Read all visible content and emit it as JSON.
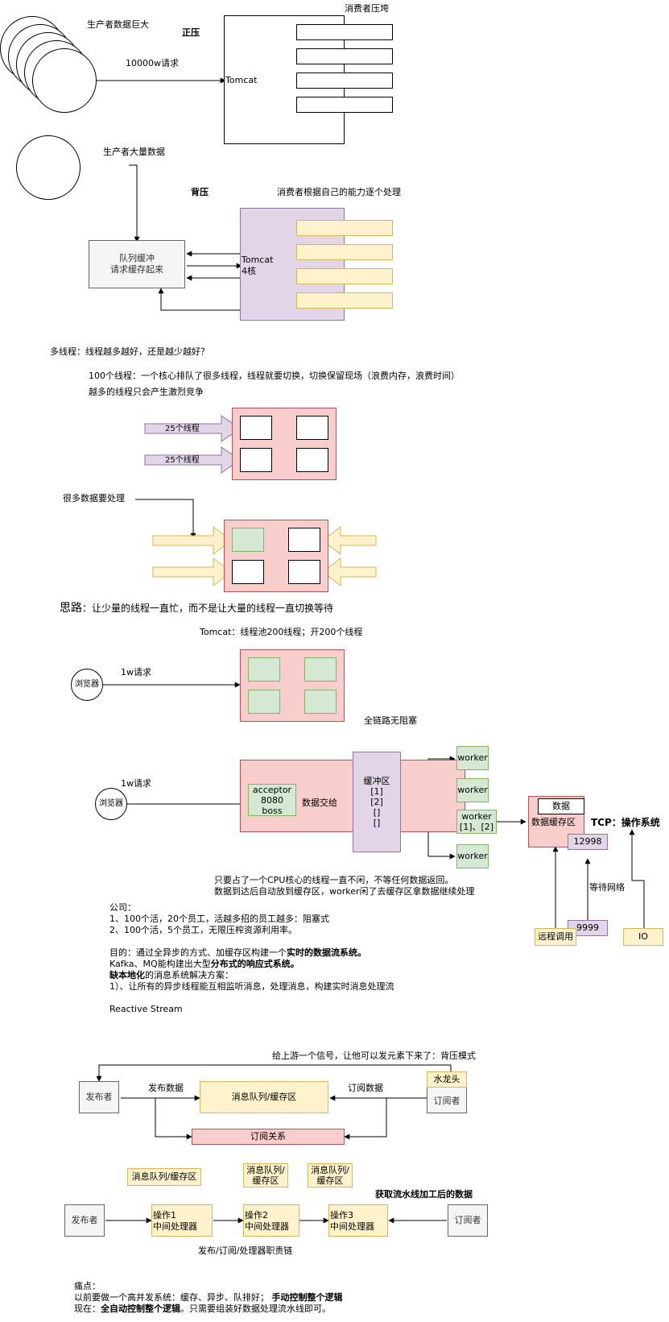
{
  "section1": {
    "producer_label": "生产者数据巨大",
    "positive_label": "正压",
    "request_label": "10000w请求",
    "tomcat_label": "Tomcat",
    "consumer_label": "消费者压垮"
  },
  "section2": {
    "producer_label": "生产者大量数据",
    "back_label": "背压",
    "consumer_label": "消费者根据自己的能力逐个处理",
    "queue_line1": "队列缓冲",
    "queue_line2": "请求缓存起来",
    "tomcat_line1": "Tomcat",
    "tomcat_line2": "4核"
  },
  "section3": {
    "question": "多线程：线程越多越好，还是越少越好？",
    "line1": "100个线程：一个核心排队了很多线程，线程就要切换，切换保留现场（浪费内存，浪费时间）",
    "line2": "越多的线程只会产生激烈竞争",
    "arrow1": "25个线程",
    "arrow2": "25个线程",
    "many_data": "很多数据要处理",
    "idea_prefix": "思路",
    "idea_rest": "：让少量的线程一直忙，而不是让大量的线程一直切换等待"
  },
  "section4": {
    "tomcat_pool": "Tomcat：线程池200线程；开200个线程",
    "browser": "浏览器",
    "req": "1w请求"
  },
  "section5": {
    "full_link": "全链路无阻塞",
    "browser": "浏览器",
    "req": "1w请求",
    "acceptor1": "acceptor",
    "acceptor2": "8080",
    "acceptor3": "boss",
    "handoff": "数据交给",
    "buffer1": "缓冲区",
    "buffer2": "[1]",
    "buffer3": "[2]",
    "buffer4": "[]",
    "buffer5": "[]",
    "worker": "worker",
    "worker3_line2": "[1]、[2]",
    "data": "数据",
    "data_cache": "数据缓存区",
    "tcp_prefix": "TCP：",
    "tcp_bold": "操作系统",
    "port1": "12998",
    "port2": "9999",
    "wait_net": "等待网络",
    "remote_call": "远程调用",
    "io": "IO",
    "note1": "只要占了一个CPU核心的线程一直不闲，不等任何数据返回。",
    "note2": "数据到达后自动放到缓存区，worker闲了去缓存区拿数据继续处理"
  },
  "company": {
    "l1": "公司：",
    "l2": "1、100个活，20个员工，活越多招的员工越多：阻塞式",
    "l3": "2、100个活，5个员工，无限压榨资源利用率。",
    "l4a": "目的：通过全异步的方式、加缓存区构建一个",
    "l4b": "实时的数据流系统。",
    "l5a": "Kafka、MQ能构建出大型",
    "l5b": "分布式的响应式系统。",
    "l6a": "缺本地化",
    "l6b": "的消息系统解决方案：",
    "l7": "1）、让所有的异步线程能互相监听消息，处理消息，构建实时消息处理流",
    "l8": "Reactive Stream"
  },
  "pubsub": {
    "signal": "给上游一个信号，让他可以发元素下来了：背压模式",
    "publisher": "发布者",
    "publish_data": "发布数据",
    "queue": "消息队列/缓存区",
    "subscribe_data": "订阅数据",
    "faucet": "水龙头",
    "subscriber": "订阅者",
    "relation": "订阅关系"
  },
  "chain": {
    "queue1": "消息队列/缓存区",
    "queue2a": "消息队列/",
    "queue2b": "缓存区",
    "queue3a": "消息队列/",
    "queue3b": "缓存区",
    "get_data": "获取流水线加工后的数据",
    "publisher": "发布者",
    "op1a": "操作1",
    "op1b": "中间处理器",
    "op2a": "操作2",
    "op2b": "中间处理器",
    "op3a": "操作3",
    "op3b": "中间处理器",
    "subscriber": "订阅者",
    "chain_label": "发布/订阅/处理器职责链"
  },
  "pain": {
    "l1": "痛点：",
    "l2a": "以前要做一个高并发系统：缓存、异步、队排好；  ",
    "l2b": "手动控制整个逻辑",
    "l3a": "现在：",
    "l3b": "全自动控制整个逻辑",
    "l3c": "。只需要组装好数据处理流水线即可。"
  }
}
